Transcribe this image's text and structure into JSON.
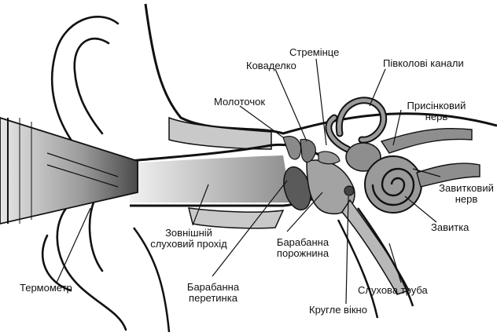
{
  "labels": {
    "stremintse": "Стремінце",
    "kovadelko": "Коваделко",
    "pivkolovi": "Півколові канали",
    "molotochok": "Молоточок",
    "prysinkovyi_1": "Присінковий",
    "prysinkovyi_2": "нерв",
    "zavytkovyi_1": "Завитковий",
    "zavytkovyi_2": "нерв",
    "zavytka": "Завитка",
    "zovnishnii_1": "Зовнішній",
    "zovnishnii_2": "слуховий прохід",
    "porozhnyna_1": "Барабанна",
    "porozhnyna_2": "порожнина",
    "termometr": "Термометр",
    "pereptynka_1": "Барабанна",
    "pereptynka_2": "перетинка",
    "slukhova_truba": "Слухова труба",
    "kruhle_vikno": "Кругле вікно"
  },
  "colors": {
    "line": "#111111",
    "shade_light": "#d9d9d9",
    "shade_mid": "#b3b3b3",
    "shade_dark": "#7a7a7a"
  }
}
